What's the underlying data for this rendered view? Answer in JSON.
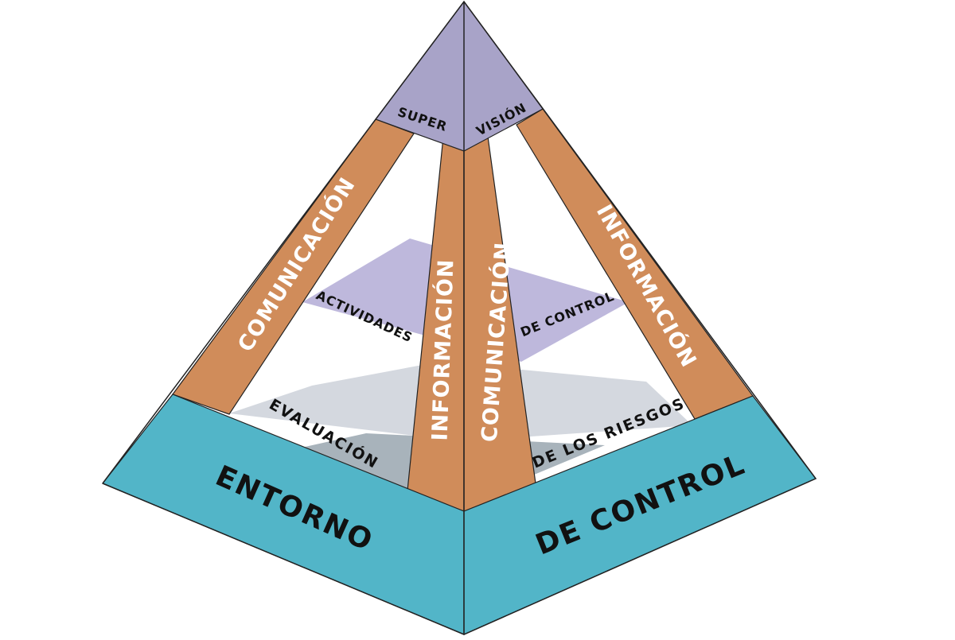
{
  "diagram": {
    "labels": {
      "supervision_left": "SUPER",
      "supervision_right": "VISIÓN",
      "actividades": "ACTIVIDADES",
      "de_control_mid": "DE CONTROL",
      "evaluacion": "EVALUACIÓN",
      "de_los_riesgos": "DE LOS RIESGOS",
      "entorno": "ENTORNO",
      "de_control_base": "DE CONTROL",
      "comunicacion_left": "COMUNICACIÓN",
      "informacion_center_left": "INFORMACIÓN",
      "comunicacion_center_right": "COMUNICACIÓN",
      "informacion_right": "INFORMACIÓN"
    },
    "colors": {
      "supervision": "#a8a3c8",
      "actividades": "#beb8dc",
      "evaluacion": "#d4d8df",
      "evaluacion_shade": "#a8b3bb",
      "band": "#d08c5a",
      "entorno": "#52b5c8",
      "text_dark": "#111111",
      "text_light": "#ffffff",
      "outline": "#222222"
    }
  }
}
